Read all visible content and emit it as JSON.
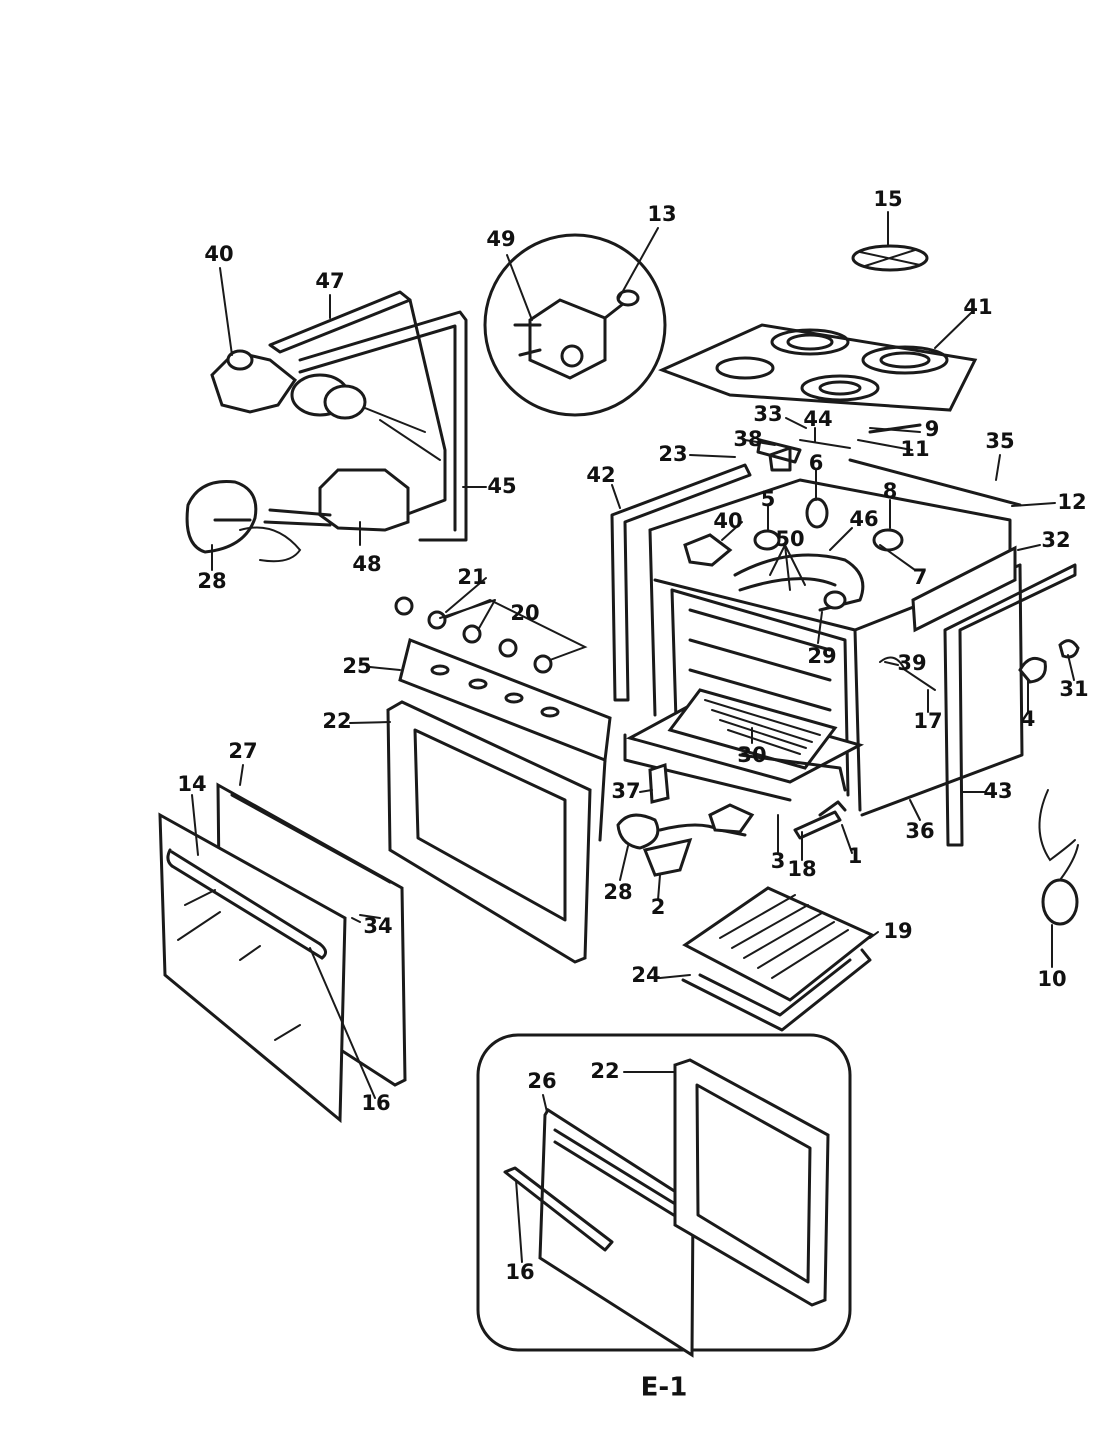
{
  "caption": "E-1",
  "labels": [
    {
      "id": "l1",
      "text": "1"
    },
    {
      "id": "l2",
      "text": "2"
    },
    {
      "id": "l3",
      "text": "3"
    },
    {
      "id": "l4",
      "text": "4"
    },
    {
      "id": "l5",
      "text": "5"
    },
    {
      "id": "l6",
      "text": "6"
    },
    {
      "id": "l7",
      "text": "7"
    },
    {
      "id": "l8",
      "text": "8"
    },
    {
      "id": "l9",
      "text": "9"
    },
    {
      "id": "l10",
      "text": "10"
    },
    {
      "id": "l11",
      "text": "11"
    },
    {
      "id": "l12",
      "text": "12"
    },
    {
      "id": "l13",
      "text": "13"
    },
    {
      "id": "l14",
      "text": "14"
    },
    {
      "id": "l15",
      "text": "15"
    },
    {
      "id": "l16a",
      "text": "16"
    },
    {
      "id": "l16b",
      "text": "16"
    },
    {
      "id": "l17",
      "text": "17"
    },
    {
      "id": "l18",
      "text": "18"
    },
    {
      "id": "l19",
      "text": "19"
    },
    {
      "id": "l20",
      "text": "20"
    },
    {
      "id": "l21",
      "text": "21"
    },
    {
      "id": "l22a",
      "text": "22"
    },
    {
      "id": "l22b",
      "text": "22"
    },
    {
      "id": "l23",
      "text": "23"
    },
    {
      "id": "l24",
      "text": "24"
    },
    {
      "id": "l25",
      "text": "25"
    },
    {
      "id": "l26",
      "text": "26"
    },
    {
      "id": "l27",
      "text": "27"
    },
    {
      "id": "l28a",
      "text": "28"
    },
    {
      "id": "l28b",
      "text": "28"
    },
    {
      "id": "l29",
      "text": "29"
    },
    {
      "id": "l30",
      "text": "30"
    },
    {
      "id": "l31",
      "text": "31"
    },
    {
      "id": "l32",
      "text": "32"
    },
    {
      "id": "l33",
      "text": "33"
    },
    {
      "id": "l34",
      "text": "34"
    },
    {
      "id": "l35",
      "text": "35"
    },
    {
      "id": "l36",
      "text": "36"
    },
    {
      "id": "l37",
      "text": "37"
    },
    {
      "id": "l38",
      "text": "38"
    },
    {
      "id": "l39",
      "text": "39"
    },
    {
      "id": "l40a",
      "text": "40"
    },
    {
      "id": "l40b",
      "text": "40"
    },
    {
      "id": "l41",
      "text": "41"
    },
    {
      "id": "l42",
      "text": "42"
    },
    {
      "id": "l43",
      "text": "43"
    },
    {
      "id": "l44",
      "text": "44"
    },
    {
      "id": "l45",
      "text": "45"
    },
    {
      "id": "l46",
      "text": "46"
    },
    {
      "id": "l47",
      "text": "47"
    },
    {
      "id": "l48",
      "text": "48"
    },
    {
      "id": "l49",
      "text": "49"
    },
    {
      "id": "l50",
      "text": "50"
    }
  ]
}
